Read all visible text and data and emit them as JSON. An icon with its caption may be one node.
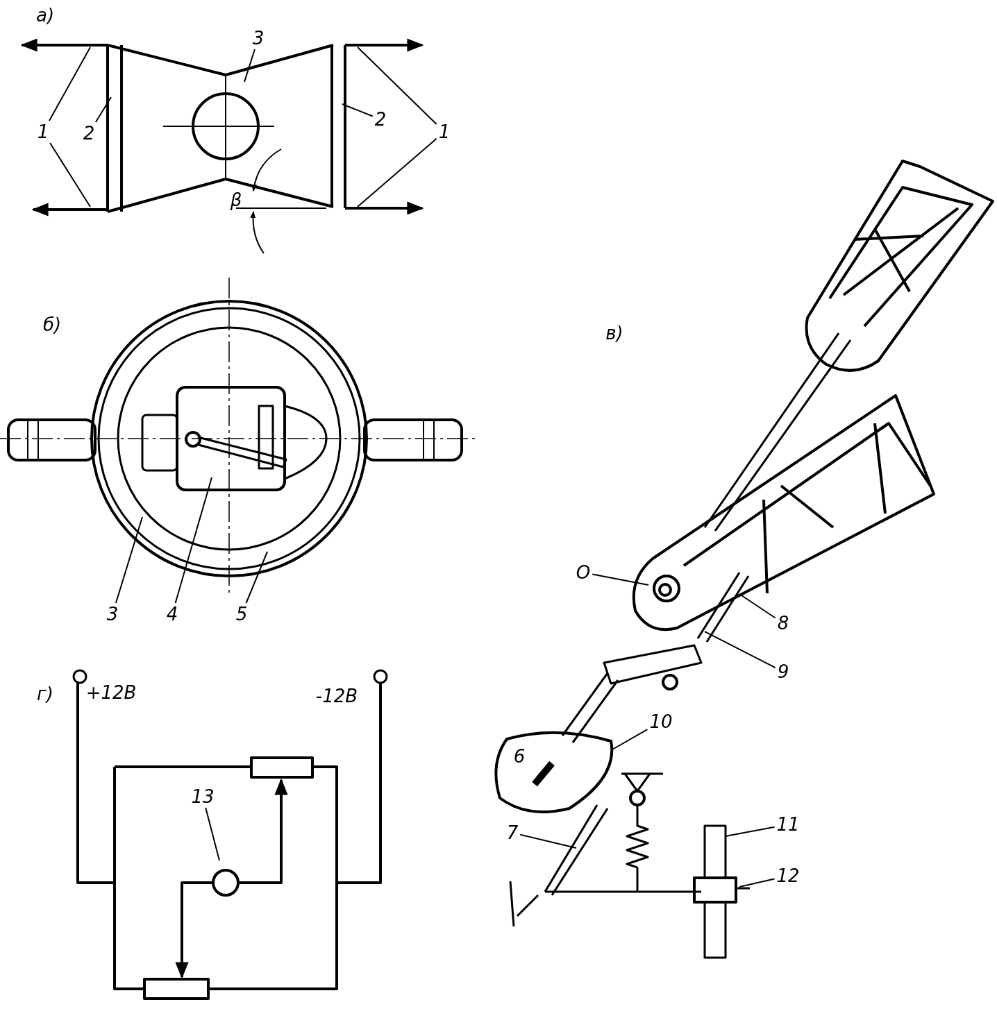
{
  "diagram": {
    "nodes": [
      {
        "text": [
          "1"
        ]
      },
      {
        "text": [
          "2"
        ]
      },
      {
        "text": [
          "3"
        ]
      },
      {
        "text": [
          "2"
        ]
      },
      {
        "text": [
          "1"
        ]
      },
      {
        "text": [
          "3"
        ]
      },
      {
        "text": [
          "4"
        ]
      },
      {
        "text": [
          "5"
        ]
      },
      {
        "text": [
          "O"
        ]
      },
      {
        "text": [
          "8"
        ]
      },
      {
        "text": [
          "9"
        ]
      },
      {
        "text": [
          "10"
        ]
      },
      {
        "text": [
          "7"
        ]
      },
      {
        "text": [
          "11"
        ]
      },
      {
        "text": [
          "12"
        ]
      },
      {
        "text": [
          "13"
        ]
      }
    ],
    "edges": [
      {
        "from": 0,
        "to": null,
        "arrow": "none"
      },
      {
        "from": 0,
        "to": null,
        "arrow": "none"
      },
      {
        "from": 1,
        "to": null,
        "arrow": "none"
      },
      {
        "from": 2,
        "to": null,
        "arrow": "none"
      },
      {
        "from": 3,
        "to": null,
        "arrow": "none"
      },
      {
        "from": 4,
        "to": null,
        "arrow": "none"
      },
      {
        "from": 4,
        "to": null,
        "arrow": "none"
      },
      {
        "from": 5,
        "to": null,
        "arrow": "none"
      },
      {
        "from": 6,
        "to": null,
        "arrow": "none"
      },
      {
        "from": 7,
        "to": null,
        "arrow": "none"
      },
      {
        "from": 8,
        "to": null,
        "arrow": "none"
      },
      {
        "from": 9,
        "to": null,
        "arrow": "none"
      },
      {
        "from": 10,
        "to": null,
        "arrow": "none"
      },
      {
        "from": 11,
        "to": null,
        "arrow": "none"
      },
      {
        "from": 12,
        "to": null,
        "arrow": "none"
      },
      {
        "from": 13,
        "to": null,
        "arrow": "none"
      },
      {
        "from": 14,
        "to": null,
        "arrow": "none"
      },
      {
        "from": 15,
        "to": null,
        "arrow": "none"
      }
    ],
    "labels": [
      "а)",
      "β",
      "б)",
      "в)",
      "6",
      "г)",
      "+12В",
      "-12В"
    ]
  }
}
